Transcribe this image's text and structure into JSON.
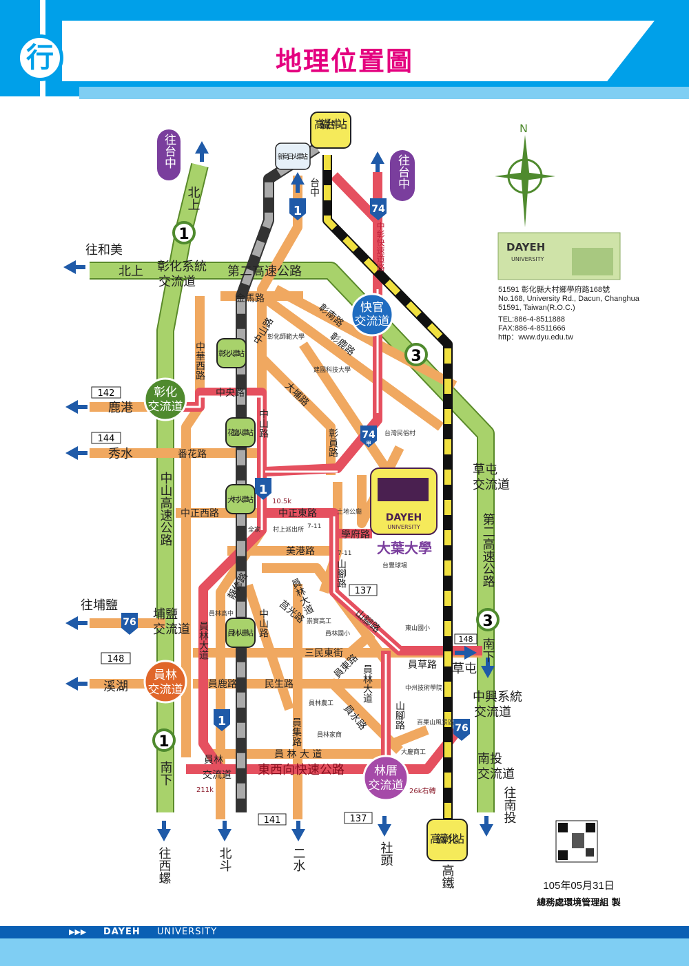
{
  "header": {
    "icon_char": "行",
    "title": "地理位置圖"
  },
  "labels": {
    "to_taichung_left": "往台中",
    "to_taichung_right": "往台中",
    "north_top": "北上",
    "hsr_taichung": "高鐵台中站",
    "xinwuri": "新烏日火車站",
    "taichung": "台中",
    "route74_a": "74",
    "zhongzhang_exp": "中彰快速道路",
    "to_hemei": "往和美",
    "north_left": "北上",
    "changhua_sys_1": "彰化系統",
    "changhua_sys_2": "交流道",
    "freeway2_top": "第二高速公路",
    "fw1_a": "1",
    "jinma": "金馬路",
    "kuaiguan_1": "快官",
    "kuaiguan_2": "交流道",
    "fw3_a": "3",
    "zhongshan_a": "中山路",
    "changhua_station": "彰化火車站",
    "zhonghuaxi": "中華西路",
    "ncue": "彰化師範大學",
    "ctu": "建國科技大學",
    "dapu": "大埔路",
    "changnan": "彰南路",
    "changxing": "彰鹿路",
    "r142": "142",
    "lukang": "鹿港",
    "changhua_ic_1": "彰化",
    "changhua_ic_2": "交流道",
    "zhongyang": "中央路",
    "zhongshan_b": "中山路",
    "huatan_station": "花壇火車站",
    "changyuan": "彰員路",
    "route74_b": "74",
    "route74_b_sub": "甲",
    "folk_village": "台灣民俗村",
    "r144": "144",
    "xiushui": "秀水",
    "fanhua": "番花路",
    "caotun_ic_1": "草屯",
    "caotun_ic_2": "交流道",
    "fw1_name": "中山高速公路",
    "fw3_name": "第二高速公路",
    "logo_dayeh": "DAYEH",
    "logo_univ": "UNIVERSITY",
    "dacun_station": "大村火車站",
    "pr1_a": "1",
    "k105": "10.5k",
    "zhongzhengxi": "中正西路",
    "zhongzhengdong": "中正東路",
    "familymart": "全家",
    "police": "村上派出所",
    "seven_a": "7-11",
    "tudigong": "土地公廟",
    "xuefu": "學府路",
    "dayeh_cn": "大葉大學",
    "meigang": "美港路",
    "seven_b": "7-11",
    "golf": "台豐球場",
    "shanjiao_a": "山腳路",
    "r137_a": "137",
    "yuanlin_blvd_a": "員林大道",
    "to_puyan": "往埔鹽",
    "r76_a": "76",
    "puyan_ic_1": "埔鹽",
    "puyan_ic_2": "交流道",
    "zhongshan_c": "中山路",
    "juguang": "莒光路",
    "jingxiu": "靜修路",
    "yuanlin_hs": "員林高中",
    "yuanlin_station": "員林火車站",
    "chongshi": "崇實高工",
    "yuanlin_elem": "員林國小",
    "sanxing": "山腳路",
    "dongshan": "東山國小",
    "r148_right": "148",
    "south_right": "南下",
    "fw3_b": "3",
    "sanmindong": "三民東街",
    "yuancao": "員草路",
    "caotun": "草屯",
    "r148_left": "148",
    "xihu": "溪湖",
    "yuanlin_ic_1": "員林",
    "yuanlin_ic_2": "交流道",
    "yuanlin_blvd_b": "員林大道",
    "yuanlu": "員鹿路",
    "minsheng": "民生路",
    "yuandong": "員東路",
    "yuanlin_blvd_c": "員林大道",
    "zhongzhou": "中州技術學院",
    "yuanshui": "員水路",
    "yuanlin_voc": "員林農工",
    "shanjiao_b": "山腳路",
    "zhongxing_sys_1": "中興系統",
    "zhongxing_sys_2": "交流道",
    "baiguoshan": "百果山風景區",
    "r76_b": "76",
    "pr1_b": "1",
    "yuanji": "員集路",
    "yuanlin_home": "員林家商",
    "fw1_b": "1",
    "south_left": "南下",
    "yuanlin_blvd_d": "員 林 大 道",
    "daqing": "大慶商工",
    "nantou_ic_1": "南投",
    "nantou_ic_2": "交流道",
    "to_nantou": "往南投",
    "yuanlin_ic2_1": "員林",
    "yuanlin_ic2_2": "交流道",
    "ew_exp": "東西向快速公路",
    "linco_ic_1": "林厝",
    "linco_ic_2": "交流道",
    "k211": "211k",
    "k26": "26k右轉",
    "r141": "141",
    "r137_b": "137",
    "to_xiluo": "往西螺",
    "beidou": "北斗",
    "ershui": "二水",
    "shetou": "社頭",
    "hsr_changhua": "高鐵彰化站",
    "hsr": "高鐵",
    "compass_n": "N"
  },
  "address": {
    "line1": "51591  彰化縣大村鄉學府路168號",
    "line2": "No.168, University Rd., Dacun, Changhua",
    "line3": "51591, Taiwan(R.O.C.)",
    "tel": "TEL:886-4-8511888",
    "fax": "FAX:886-4-8511666",
    "web": "http：www.dyu.edu.tw"
  },
  "logo_card": {
    "name": "DAYEH",
    "sub": "UNIVERSITY"
  },
  "footer_info": {
    "date": "105年05月31日",
    "dept": "總務處環境管理組  製"
  },
  "footer": {
    "arrows": "▶▶▶",
    "brand": "DAYEH",
    "univ": "UNIVERSITY"
  },
  "colors": {
    "header": "#00a0e9",
    "title": "#e4007f",
    "freeway": "#a8d26b",
    "provincial": "#f0a860",
    "highway": "#e5505f",
    "rail": "#555555",
    "hsr": "#f0e040"
  }
}
